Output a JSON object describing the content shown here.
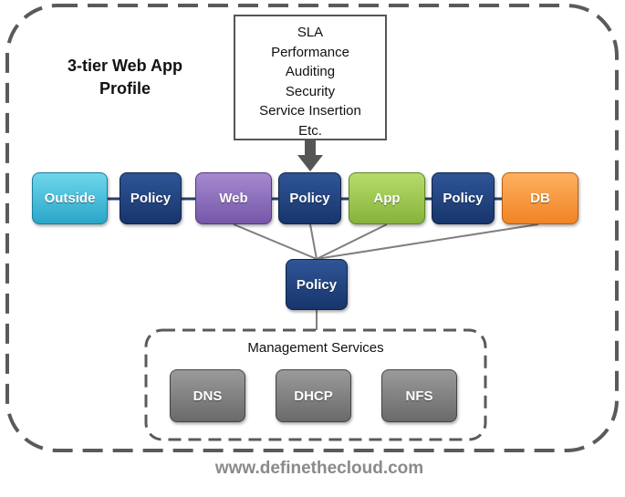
{
  "profile_title": [
    "3-tier Web App",
    "Profile"
  ],
  "callout_items": [
    "SLA",
    "Performance",
    "Auditing",
    "Security",
    "Service Insertion",
    "Etc."
  ],
  "tiers": {
    "outside": "Outside",
    "policy_1": "Policy",
    "web": "Web",
    "policy_2": "Policy",
    "app": "App",
    "policy_3": "Policy",
    "db": "DB"
  },
  "central_policy": "Policy",
  "management": {
    "label": "Management Services",
    "services": [
      "DNS",
      "DHCP",
      "NFS"
    ]
  },
  "watermark": "www.definethecloud.com",
  "colors": {
    "outside": "#3bbcda",
    "policy": "#1f3f7a",
    "web": "#8b6bbe",
    "app": "#9cc653",
    "db": "#f79540",
    "service": "#7f7f7f"
  }
}
